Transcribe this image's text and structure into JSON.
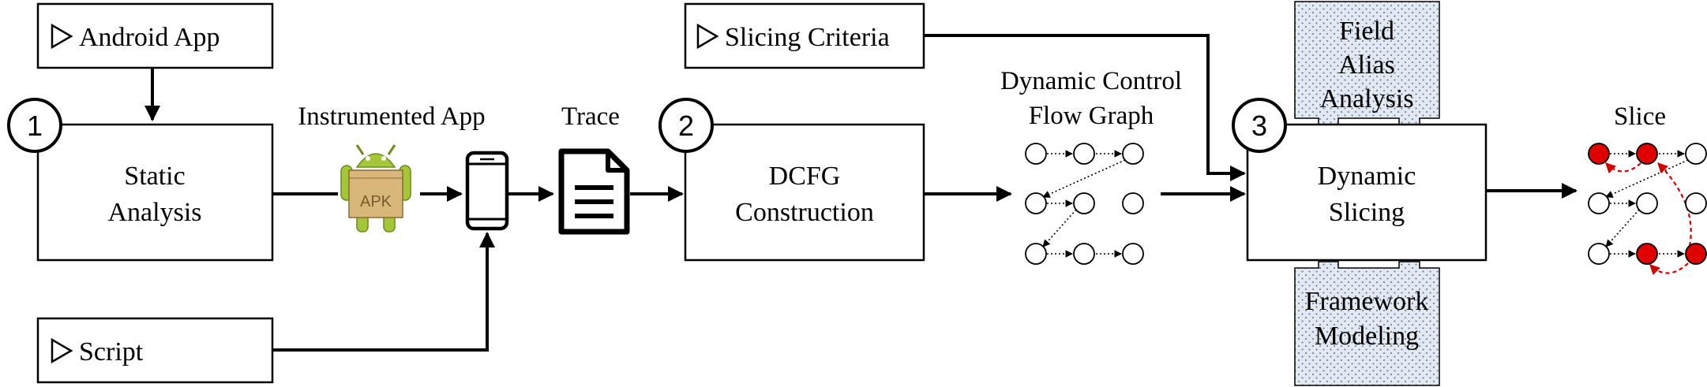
{
  "inputs": {
    "android_app": "Android App",
    "slicing_criteria": "Slicing Criteria",
    "script": "Script"
  },
  "steps": {
    "step1": {
      "number": "1",
      "line1": "Static",
      "line2": "Analysis"
    },
    "step2": {
      "number": "2",
      "line1": "DCFG",
      "line2": "Construction"
    },
    "step3": {
      "number": "3",
      "line1": "Dynamic",
      "line2": "Slicing"
    }
  },
  "labels": {
    "instrumented_app": "Instrumented App",
    "apk": "APK",
    "trace": "Trace",
    "dcfg_line1": "Dynamic Control",
    "dcfg_line2": "Flow Graph",
    "slice": "Slice"
  },
  "side_modules": {
    "field_alias": {
      "line1": "Field",
      "line2": "Alias",
      "line3": "Analysis"
    },
    "framework": {
      "line1": "Framework",
      "line2": "Modeling"
    }
  },
  "colors": {
    "sliced_node": "#e00000",
    "module_fill": "#dde4f0",
    "apk_green": "#a4c639"
  }
}
